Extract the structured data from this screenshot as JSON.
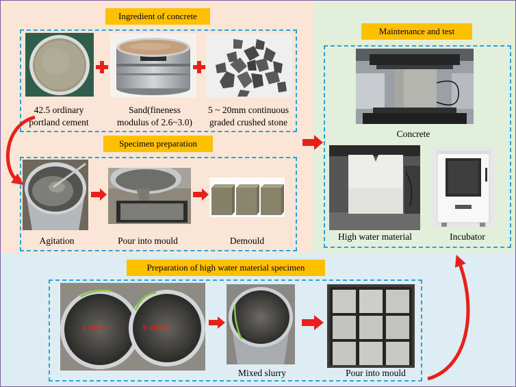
{
  "ingredient": {
    "title": "Ingredient of concrete",
    "cement": [
      "42.5 ordinary",
      "portland cement"
    ],
    "sand": [
      "Sand(fineness",
      "modulus of 2.6~3.0)"
    ],
    "stone": [
      "5 ~ 20mm continuous",
      "graded crushed stone"
    ]
  },
  "specimen": {
    "title": "Specimen preparation",
    "agitation": "Agitation",
    "pour": "Pour into mould",
    "demould": "Demould"
  },
  "maintenance": {
    "title": "Maintenance and test",
    "concrete": "Concrete",
    "high_water": "High water material",
    "incubator": "Incubator"
  },
  "high_water_prep": {
    "title": "Preparation of high water material specimen",
    "a_slurry": "a slurry",
    "b_slurry": "b slurry",
    "mixed": "Mixed slurry",
    "pour": "Pour into mould"
  },
  "colors": {
    "label_bg": "#ffc000",
    "dashed_border": "#27a2da",
    "arrow_red": "#e8201c",
    "region_concrete": "#fbe5d6",
    "region_maintenance": "#e2efda",
    "region_high_water": "#deedf3",
    "outer_border": "#7d5a9e",
    "slurry_text": "#e8201c"
  }
}
